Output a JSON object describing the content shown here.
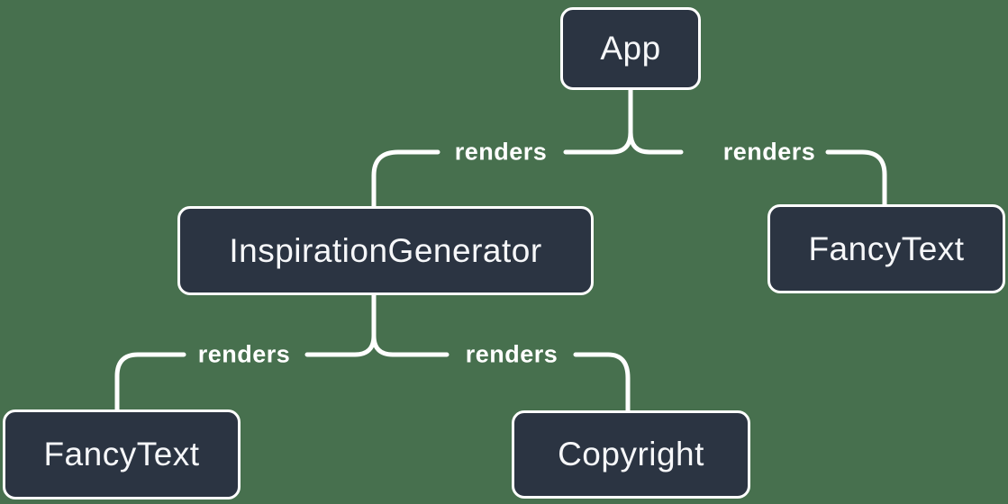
{
  "diagram": {
    "type": "tree",
    "colors": {
      "background": "#47704E",
      "node-fill": "#2B3442",
      "node-border": "#FFFFFF",
      "node-text": "#F6F7F9",
      "edge": "#FFFFFF"
    },
    "nodes": [
      {
        "id": "app",
        "label": "App"
      },
      {
        "id": "inspiration-generator",
        "label": "InspirationGenerator"
      },
      {
        "id": "fancy-text-right",
        "label": "FancyText"
      },
      {
        "id": "fancy-text-left",
        "label": "FancyText"
      },
      {
        "id": "copyright",
        "label": "Copyright"
      }
    ],
    "edges": [
      {
        "from": "App",
        "to": "InspirationGenerator",
        "label": "renders"
      },
      {
        "from": "App",
        "to": "FancyText",
        "label": "renders"
      },
      {
        "from": "InspirationGenerator",
        "to": "FancyText",
        "label": "renders"
      },
      {
        "from": "InspirationGenerator",
        "to": "Copyright",
        "label": "renders"
      }
    ]
  }
}
